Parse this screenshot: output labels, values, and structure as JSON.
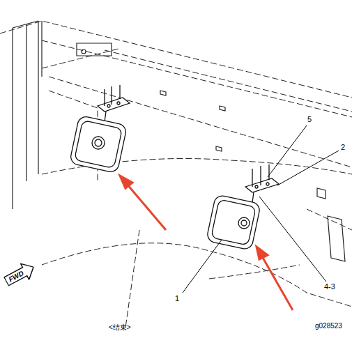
{
  "diagram": {
    "nodes": [
      {
        "text": [
          "FWD"
        ]
      }
    ],
    "labels": [
      "5",
      "2",
      "1",
      "4-3",
      "<结束>",
      "g028523"
    ]
  }
}
